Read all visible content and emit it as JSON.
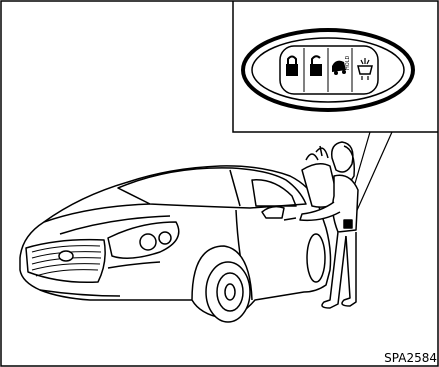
{
  "figure": {
    "code": "SPA2584",
    "fob": {
      "buttons": [
        {
          "icon": "lock-icon"
        },
        {
          "icon": "unlock-icon"
        },
        {
          "icon": "trunk-icon",
          "label": "HOLD"
        },
        {
          "icon": "panic-alarm-icon"
        }
      ]
    },
    "scene": [
      "car-illustration",
      "person-with-grocery-bag",
      "callout-box"
    ]
  }
}
